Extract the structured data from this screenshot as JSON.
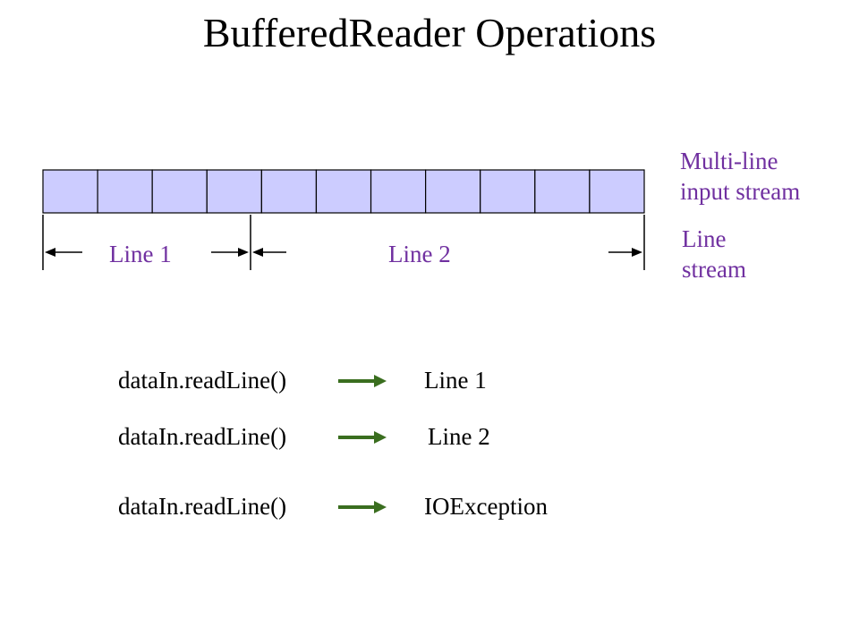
{
  "title": "BufferedReader Operations",
  "stream_label": {
    "line1": "Multi-line",
    "line2": "input stream"
  },
  "line_stream_label": {
    "line1": "Line",
    "line2": "stream"
  },
  "segments": [
    "Line 1",
    "Line 2"
  ],
  "buffer_cells": 11,
  "operations": [
    {
      "call": "dataIn.readLine()",
      "result": "Line 1"
    },
    {
      "call": "dataIn.readLine()",
      "result": "Line 2"
    },
    {
      "call": "dataIn.readLine()",
      "result": "IOException"
    }
  ],
  "colors": {
    "cell_fill": "#ccccff",
    "accent_text": "#7030a0",
    "arrow": "#3a6e1f"
  }
}
